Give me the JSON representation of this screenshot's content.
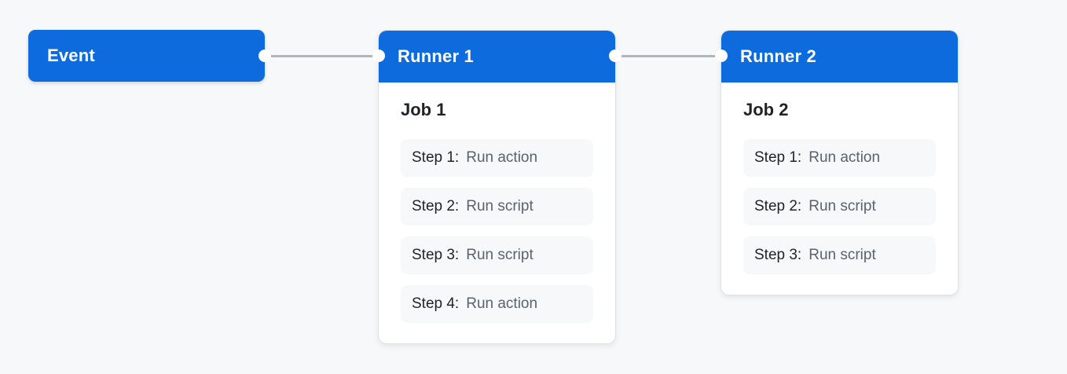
{
  "diagram": {
    "event": {
      "label": "Event"
    },
    "runners": [
      {
        "title": "Runner 1",
        "job": {
          "title": "Job 1",
          "steps": [
            {
              "label": "Step 1:",
              "text": "Run action"
            },
            {
              "label": "Step 2:",
              "text": "Run script"
            },
            {
              "label": "Step 3:",
              "text": "Run script"
            },
            {
              "label": "Step 4:",
              "text": "Run action"
            }
          ]
        }
      },
      {
        "title": "Runner 2",
        "job": {
          "title": "Job 2",
          "steps": [
            {
              "label": "Step 1:",
              "text": "Run action"
            },
            {
              "label": "Step 2:",
              "text": "Run script"
            },
            {
              "label": "Step 3:",
              "text": "Run script"
            }
          ]
        }
      }
    ]
  },
  "colors": {
    "accent_blue": "#0d6bdd",
    "page_bg": "#f6f8fa",
    "card_bg": "#ffffff",
    "card_border": "#dde2e7",
    "step_bg": "#f6f8fa",
    "step_label": "#1f2328",
    "step_text": "#59636e",
    "job_title": "#1f2328",
    "header_text": "#ffffff",
    "connector_line": "#b1b6bb",
    "connector_dot": "#ffffff"
  }
}
